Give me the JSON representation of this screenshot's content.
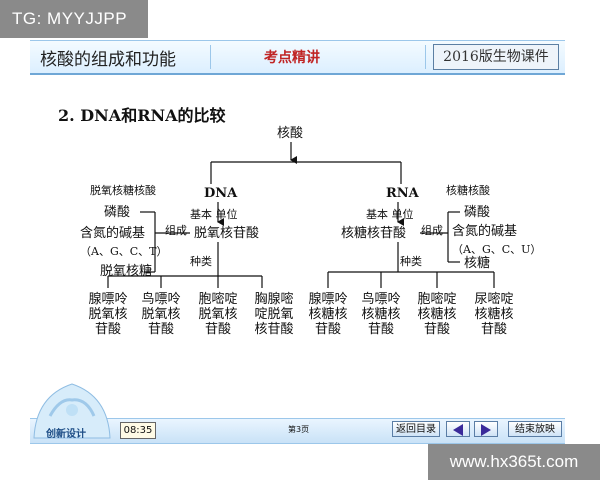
{
  "watermark_top": "TG: MYYJJPP",
  "watermark_bottom": "www.hx365t.com",
  "header": {
    "left": "核酸的组成和功能",
    "middle": "考点精讲",
    "right": "2016版生物课件"
  },
  "section_title": "2.  DNA和RNA的比较",
  "diagram": {
    "root": "核酸",
    "dna": {
      "title": "DNA",
      "full_name": "脱氧核糖核酸",
      "basic_unit": "基本  单位",
      "unit": "脱氧核苷酸",
      "compose": "组成",
      "kinds": "种类",
      "comp1": "磷酸",
      "comp2": "含氮的碱基",
      "bases": "（A、G、C、T）",
      "comp3": "脱氧核糖",
      "leaves": [
        {
          "l1": "腺嘌呤",
          "l2": "脱氧核",
          "l3": "苷酸"
        },
        {
          "l1": "鸟嘌呤",
          "l2": "脱氧核",
          "l3": "苷酸"
        },
        {
          "l1": "胞嘧啶",
          "l2": "脱氧核",
          "l3": "苷酸"
        },
        {
          "l1": "胸腺嘧",
          "l2": "啶脱氧",
          "l3": "核苷酸"
        }
      ]
    },
    "rna": {
      "title": "RNA",
      "full_name": "核糖核酸",
      "basic_unit": "基本  单位",
      "unit": "核糖核苷酸",
      "compose": "组成",
      "kinds": "种类",
      "comp1": "磷酸",
      "comp2": "含氮的碱基",
      "bases": "（A、G、C、U）",
      "comp3": "核糖",
      "leaves": [
        {
          "l1": "腺嘌呤",
          "l2": "核糖核",
          "l3": "苷酸"
        },
        {
          "l1": "鸟嘌呤",
          "l2": "核糖核",
          "l3": "苷酸"
        },
        {
          "l1": "胞嘧啶",
          "l2": "核糖核",
          "l3": "苷酸"
        },
        {
          "l1": "尿嘧啶",
          "l2": "核糖核",
          "l3": "苷酸"
        }
      ]
    }
  },
  "footer": {
    "logo_text": "创新设计",
    "clock": "08:35",
    "page": "第3页",
    "back_label": "返回目录",
    "end_label": "结束放映",
    "prev_icon": "left-triangle-icon",
    "next_icon": "right-triangle-icon"
  }
}
